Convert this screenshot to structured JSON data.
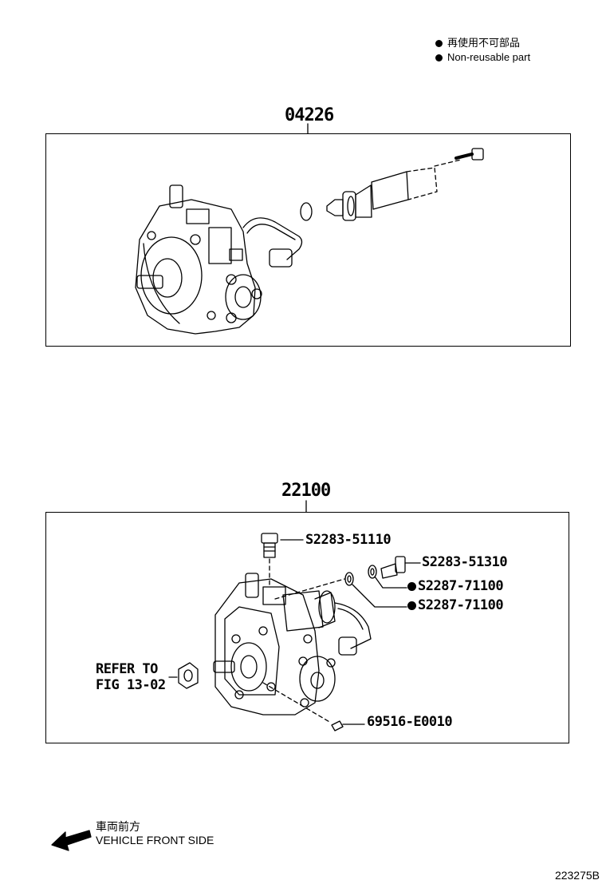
{
  "legend": {
    "jp": "再使用不可部品",
    "en": "Non-reusable part"
  },
  "group1": {
    "code": "04226"
  },
  "group2": {
    "code": "22100",
    "parts": {
      "p1": "S2283-51110",
      "p2": "S2283-51310",
      "p3": "S2287-71100",
      "p4": "S2287-71100",
      "p5": "69516-E0010"
    },
    "refer_line1": "REFER TO",
    "refer_line2": "FIG 13-02"
  },
  "footer": {
    "direction_jp": "車両前方",
    "direction_en": "VEHICLE FRONT SIDE",
    "figure_ref": "223275B"
  }
}
